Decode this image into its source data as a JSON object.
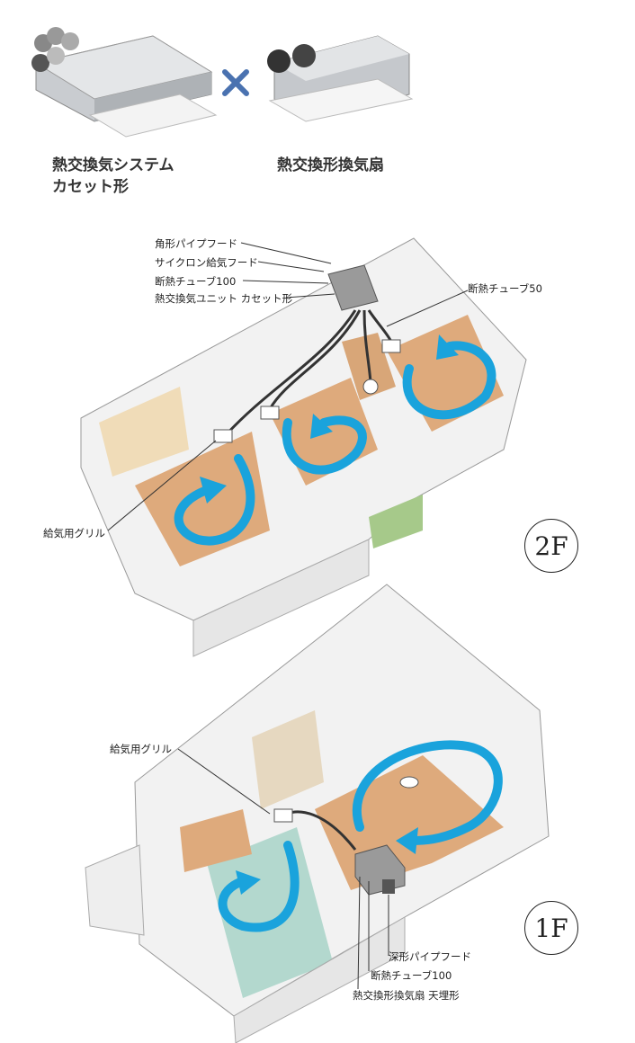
{
  "products": [
    {
      "name_line1": "熱交換気システム",
      "name_line2": "カセット形"
    },
    {
      "name_line1": "熱交換形換気扇",
      "name_line2": ""
    }
  ],
  "combine_symbol": "×",
  "floor2": {
    "badge": "2F",
    "labels": {
      "square_pipe_hood": "角形パイプフード",
      "cyclone_supply_hood": "サイクロン給気フード",
      "insulated_tube_100": "断熱チューブ100",
      "heat_exchange_unit": "熱交換気ユニット カセット形",
      "insulated_tube_50": "断熱チューブ50",
      "supply_grille": "給気用グリル"
    }
  },
  "floor1": {
    "badge": "1F",
    "labels": {
      "supply_grille": "給気用グリル",
      "deep_pipe_hood": "深形パイプフード",
      "insulated_tube_100": "断熱チューブ100",
      "heat_exchange_fan": "熱交換形換気扇 天埋形"
    }
  },
  "colors": {
    "airflow": "#1aa3dc",
    "cross": "#4a72b0",
    "floor_wood": "#d9a77a",
    "wall": "#f4f4f4"
  }
}
